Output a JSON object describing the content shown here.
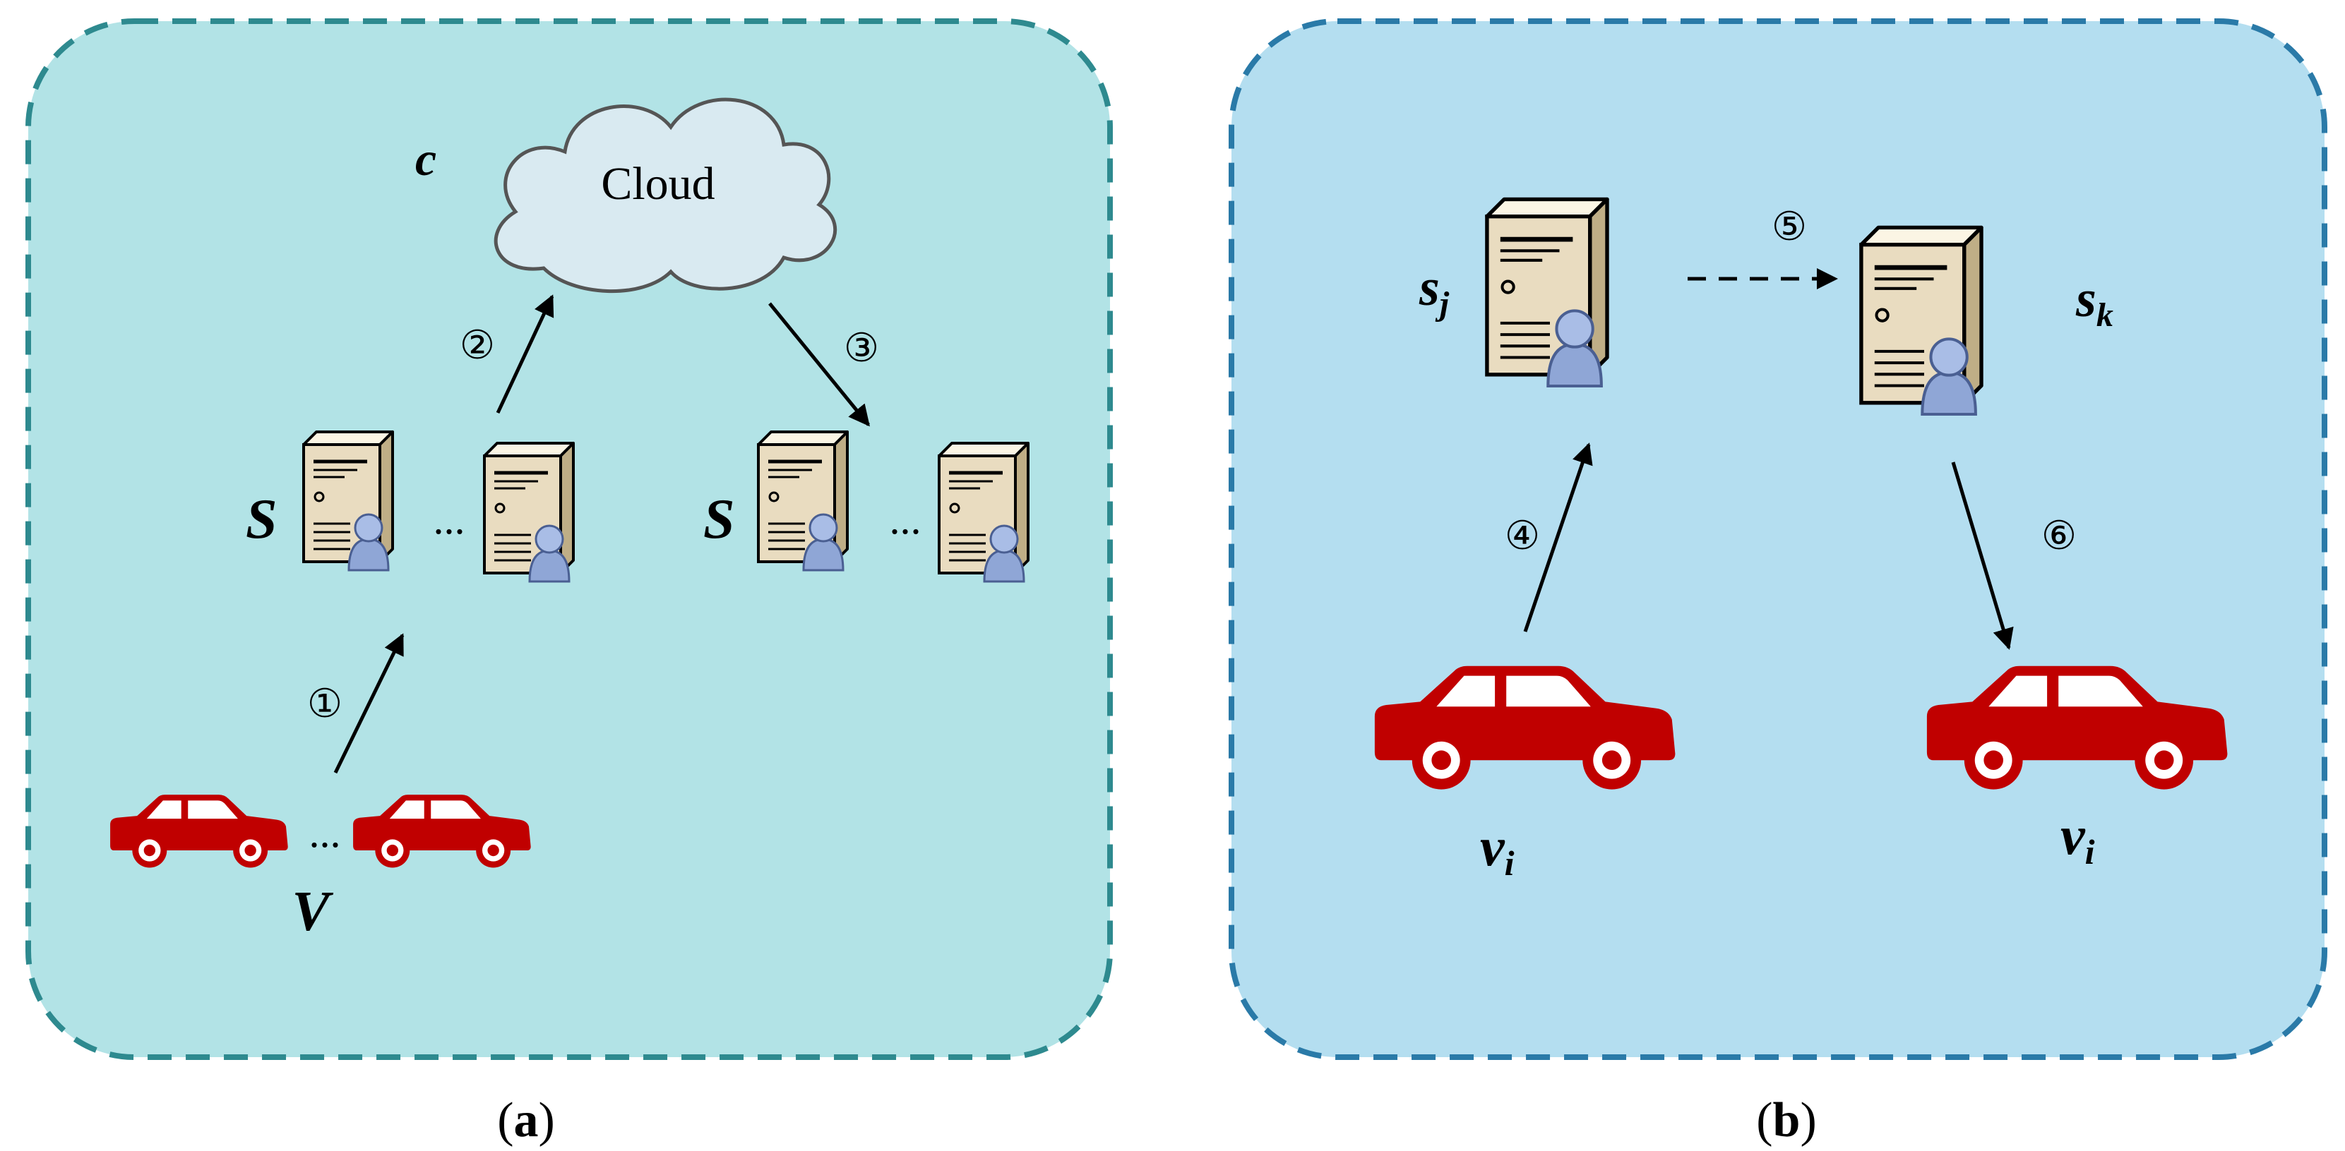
{
  "panel_a": {
    "caption_open": "(",
    "caption_letter": "a",
    "caption_close": ")",
    "cloud_label": "Cloud",
    "cloud_var": "c",
    "server_set_left": "S",
    "server_set_right": "S",
    "vehicle_set": "V",
    "ellipsis": "...",
    "steps": [
      "①",
      "②",
      "③"
    ]
  },
  "panel_b": {
    "caption_open": "(",
    "caption_letter": "b",
    "caption_close": ")",
    "server_j": {
      "base": "s",
      "sub": "j"
    },
    "server_k": {
      "base": "s",
      "sub": "k"
    },
    "vehicle_left": {
      "base": "v",
      "sub": "i"
    },
    "vehicle_right": {
      "base": "v",
      "sub": "i"
    },
    "steps": [
      "④",
      "⑤",
      "⑥"
    ]
  },
  "colors": {
    "panel_a_fill": "#b2e3e6",
    "panel_a_border": "#2e8a8f",
    "panel_b_fill": "#b4def0",
    "panel_b_border": "#2a7aa8",
    "car": "#c00000",
    "server_body": "#e9dcc0",
    "user": "#8fa6d6"
  },
  "icons": {
    "cloud": "cloud-icon",
    "server": "server-user-icon",
    "car": "car-icon"
  }
}
